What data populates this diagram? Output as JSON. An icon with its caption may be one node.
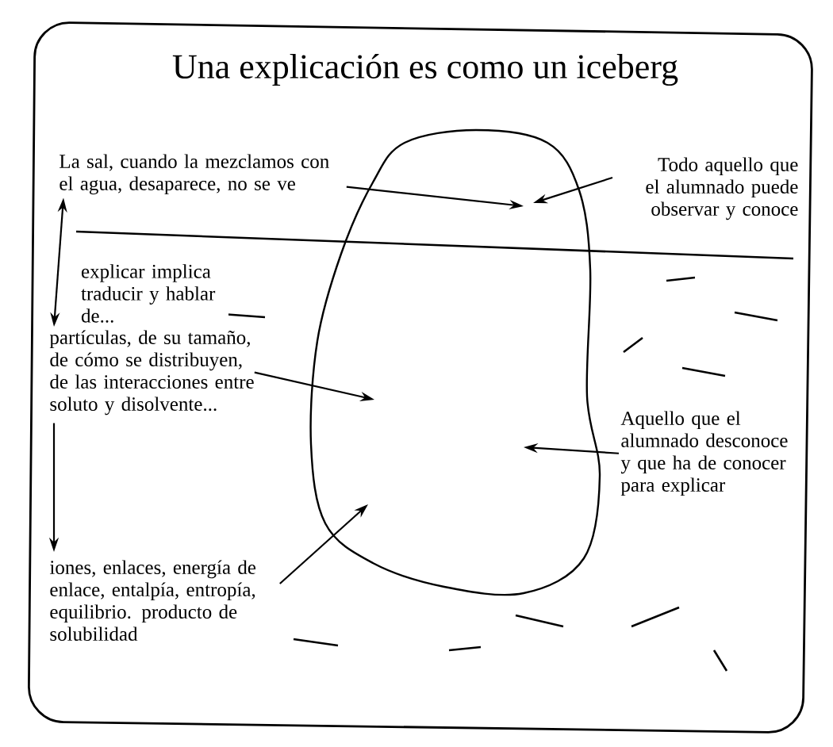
{
  "diagram": {
    "title": "Una explicación es como un iceberg",
    "nodes": [
      {
        "text": [],
        "shape": "iceberg"
      },
      {
        "text": [
          "La sal, cuando la mezclamos con el agua, desaparece, no se ve"
        ]
      },
      {
        "text": [
          "Todo aquello que el alumnado puede observar y conoce"
        ]
      },
      {
        "text": [
          "partículas, de su tamaño, de cómo se distribuyen, de las interacciones entre soluto y disolvente..."
        ]
      },
      {
        "text": [
          "Aquello que el alumnado desconoce y que ha de conocer para explicar"
        ]
      },
      {
        "text": [
          "iones, enlaces, energía de enlace, entalpía, entropía, equilibrio. producto de solubilidad"
        ]
      }
    ],
    "edges": [
      {
        "from": 1,
        "to": 0,
        "arrow": "to"
      },
      {
        "from": 2,
        "to": 0,
        "arrow": "to"
      },
      {
        "from": 1,
        "to": 3,
        "arrow": "both",
        "label": "explicar implica traducir y hablar de..."
      },
      {
        "from": 3,
        "to": 0,
        "arrow": "to"
      },
      {
        "from": 4,
        "to": 0,
        "arrow": "to"
      },
      {
        "from": 3,
        "to": 5,
        "arrow": "to"
      },
      {
        "from": 5,
        "to": 0,
        "arrow": "to"
      }
    ]
  }
}
